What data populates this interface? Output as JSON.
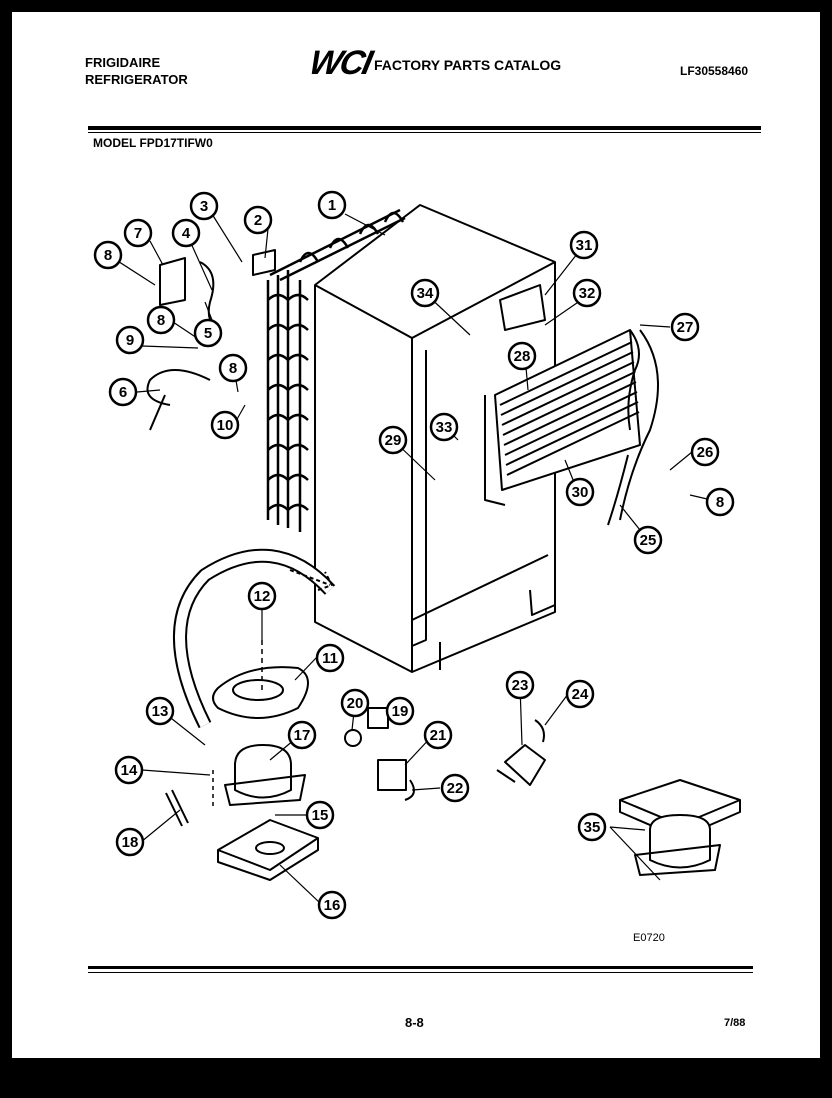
{
  "header": {
    "brand": "FRIGIDAIRE",
    "product": "REFRIGERATOR",
    "logo_text": "WCI",
    "catalog_title": "FACTORY PARTS CATALOG",
    "catalog_number": "LF30558460",
    "model_line": "MODEL FPD17TIFW0"
  },
  "diagram": {
    "callouts": [
      "1",
      "2",
      "3",
      "4",
      "5",
      "6",
      "7",
      "8",
      "9",
      "10",
      "11",
      "12",
      "13",
      "14",
      "15",
      "16",
      "17",
      "18",
      "19",
      "20",
      "21",
      "22",
      "23",
      "24",
      "25",
      "26",
      "27",
      "28",
      "29",
      "30",
      "31",
      "32",
      "33",
      "34",
      "35"
    ],
    "drawing_code": "E0720"
  },
  "footer": {
    "page_number": "8-8",
    "date": "7/88"
  }
}
